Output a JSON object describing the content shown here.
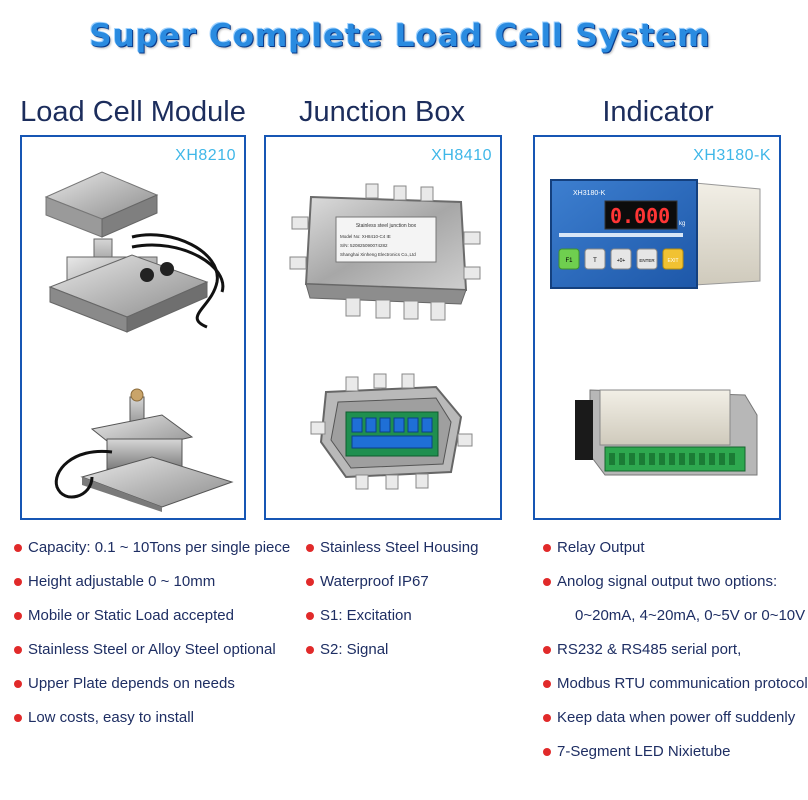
{
  "title": "Super Complete Load Cell System",
  "sections": [
    {
      "heading": "Load Cell Module",
      "model": "XH8210",
      "bullets": [
        "Capacity: 0.1 ~ 10Tons per single piece",
        "Height adjustable 0 ~ 10mm",
        "Mobile or Static Load accepted",
        "Stainless Steel or Alloy Steel optional",
        "Upper Plate depends on needs",
        "Low costs, easy to install"
      ]
    },
    {
      "heading": "Junction Box",
      "model": "XH8410",
      "bullets": [
        "Stainless Steel Housing",
        "Waterproof IP67",
        "S1: Excitation",
        "S2: Signal"
      ],
      "label_title": "Stainless steel junction box",
      "label_lines": [
        "Model No: XH8410-C4 IE",
        "S/N: 520825090074282",
        "Shanghai Xinheng Electronics Co.,Ltd"
      ]
    },
    {
      "heading": "Indicator",
      "model": "XH3180-K",
      "bullets": [
        "Relay Output",
        "Anolog signal output two options:",
        "0~20mA, 4~20mA, 0~5V or 0~10V",
        "RS232 & RS485 serial port,",
        "Modbus RTU communication protocol",
        "Keep data when power off suddenly",
        "7-Segment LED Nixietube"
      ],
      "panel_model": "XH3180-K",
      "display_value": "0.000",
      "unit": "kg",
      "keys": [
        "F1",
        "T",
        "+0+",
        "ENTER",
        "EXIT"
      ]
    }
  ],
  "colors": {
    "title": "#2a8be0",
    "border": "#1656b4",
    "model": "#3fb7e8",
    "bullet": "#e12a2a",
    "text": "#1e2e63"
  }
}
